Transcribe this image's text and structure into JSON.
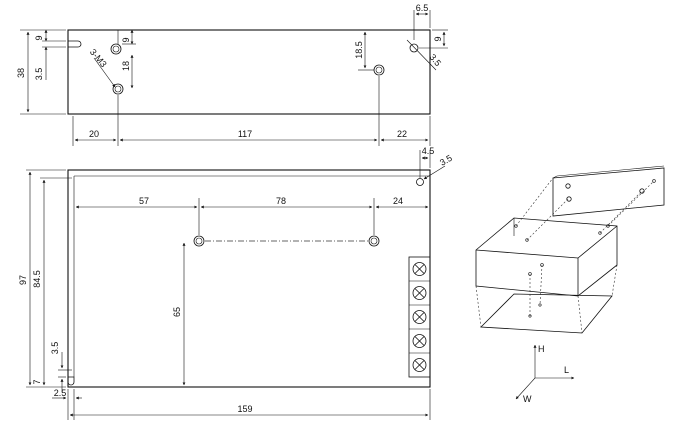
{
  "top_view": {
    "dim_height": "38",
    "dim_slot_height": "9",
    "dim_slot_offset": "3.5",
    "dim_hole_top": "9",
    "dim_hole_vertical": "18",
    "dim_hole_right": "18.5",
    "dim_right_offset": "6.5",
    "dim_right_slot": "9",
    "label_m3": "3-M3",
    "label_hole_right": "3.5",
    "dim_left": "20",
    "dim_middle": "117",
    "dim_right": "22"
  },
  "front_view": {
    "dim_top_right": "4.5",
    "label_hole": "3.5",
    "dim_57": "57",
    "dim_78": "78",
    "dim_24": "24",
    "dim_97": "97",
    "dim_84_5": "84.5",
    "dim_65": "65",
    "dim_3_5": "3.5",
    "dim_7": "7",
    "dim_2_5": "2.5",
    "dim_159": "159"
  },
  "axes": {
    "h": "H",
    "l": "L",
    "w": "W"
  },
  "terminal_count": 5
}
